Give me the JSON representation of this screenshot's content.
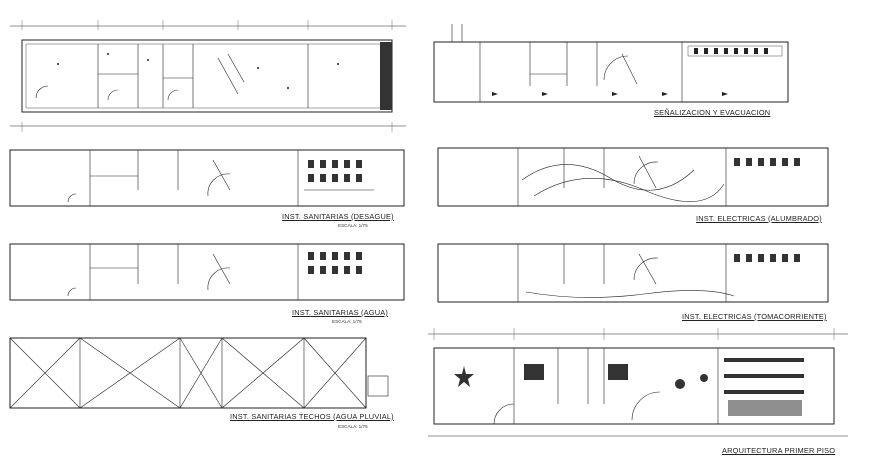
{
  "sheet": {
    "colors": {
      "ink": "#1a1a1a",
      "line": "#333333",
      "light": "#777777",
      "paper": "#ffffff"
    },
    "plans": [
      {
        "id": "planta-general",
        "title": "",
        "scale": ""
      },
      {
        "id": "senalizacion",
        "title": "SEÑALIZACION Y EVACUACION",
        "scale": ""
      },
      {
        "id": "desague",
        "title": "INST. SANITARIAS (DESAGUE)",
        "scale": "ESCALA: 1/75"
      },
      {
        "id": "alumbrado",
        "title": "INST. ELECTRICAS (ALUMBRADO)",
        "scale": ""
      },
      {
        "id": "agua",
        "title": "INST. SANITARIAS (AGUA)",
        "scale": "ESCALA: 1/75"
      },
      {
        "id": "tomacorriente",
        "title": "INST. ELECTRICAS (TOMACORRIENTE)",
        "scale": ""
      },
      {
        "id": "techos",
        "title": "INST. SANITARIAS TECHOS (AGUA PLUVIAL)",
        "scale": "ESCALA: 1/75"
      },
      {
        "id": "arquitectura",
        "title": "ARQUITECTURA PRIMER PISO",
        "scale": ""
      }
    ]
  }
}
